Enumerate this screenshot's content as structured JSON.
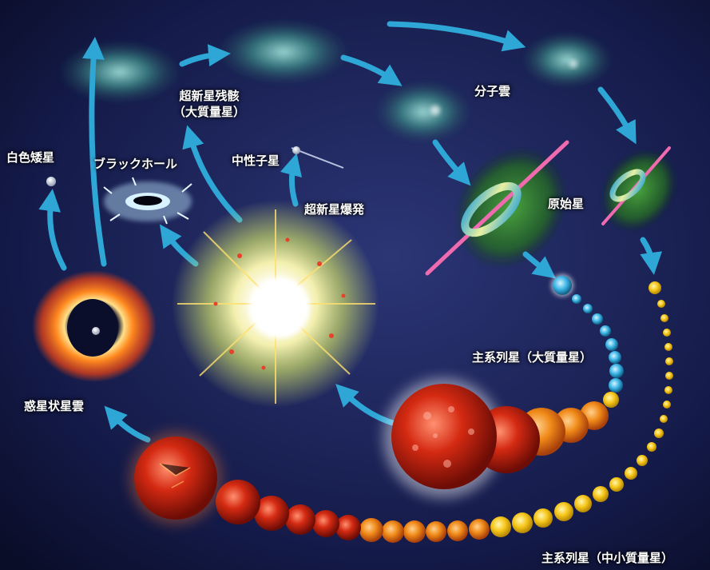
{
  "labels": {
    "white_dwarf": "白色矮星",
    "black_hole": "ブラックホール",
    "supernova_remnant_line1": "超新星残骸",
    "supernova_remnant_line2": "（大質量星）",
    "neutron_star": "中性子星",
    "supernova": "超新星爆発",
    "molecular_cloud": "分子雲",
    "protostar": "原始星",
    "main_sequence_massive": "主系列星（大質量星）",
    "planetary_nebula": "惑星状星雲",
    "main_sequence_low_mass": "主系列星（中小質量星）"
  },
  "colors": {
    "background_center": "#2a3372",
    "background_edge": "#0b0e2a",
    "cloud": "#3f8f8a",
    "arrow": "#2ea6d6",
    "red_star": "#d42a12",
    "orange_star": "#f08a18",
    "yellow_star": "#f5c518",
    "blue_star": "#3cb6e6",
    "protostar_jet": "#f06ab0",
    "protostar_glow": "#3aa02a"
  }
}
